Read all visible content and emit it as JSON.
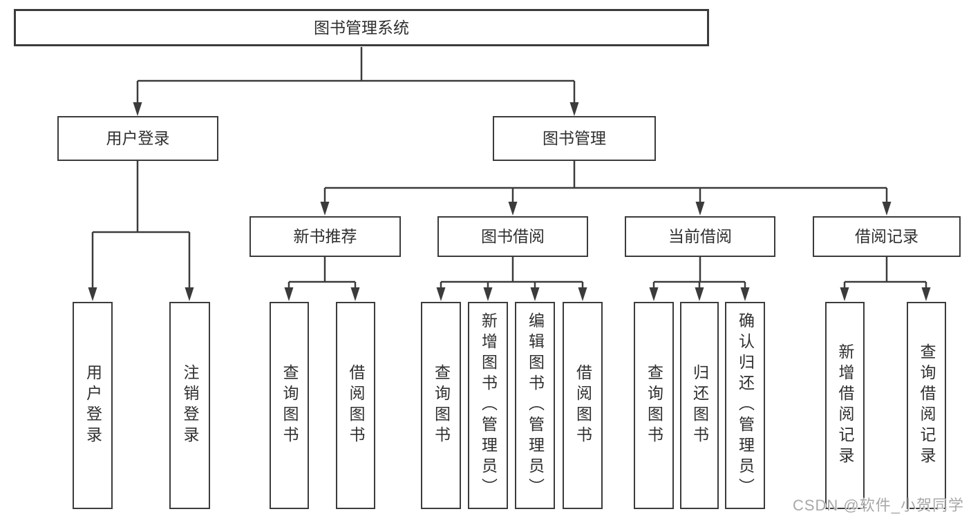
{
  "tree": {
    "root": {
      "label": "图书管理系统"
    },
    "branches": [
      {
        "label": "用户登录",
        "children": [
          {
            "label": "用户登录"
          },
          {
            "label": "注销登录"
          }
        ]
      },
      {
        "label": "图书管理",
        "children": [
          {
            "label": "新书推荐",
            "children": [
              {
                "label": "查询图书"
              },
              {
                "label": "借阅图书"
              }
            ]
          },
          {
            "label": "图书借阅",
            "children": [
              {
                "label": "查询图书"
              },
              {
                "label": "新增图书（管理员）"
              },
              {
                "label": "编辑图书（管理员）"
              },
              {
                "label": "借阅图书"
              }
            ]
          },
          {
            "label": "当前借阅",
            "children": [
              {
                "label": "查询图书"
              },
              {
                "label": "归还图书"
              },
              {
                "label": "确认归还（管理员）"
              }
            ]
          },
          {
            "label": "借阅记录",
            "children": [
              {
                "label": "新增借阅记录"
              },
              {
                "label": "查询借阅记录"
              }
            ]
          }
        ]
      }
    ]
  },
  "watermark": {
    "text": "CSDN @软件_小贺同学"
  },
  "colors": {
    "line": "#3b3b3b",
    "text": "#2f2f2f",
    "bg": "#ffffff",
    "watermark": "#a8a8a8"
  }
}
